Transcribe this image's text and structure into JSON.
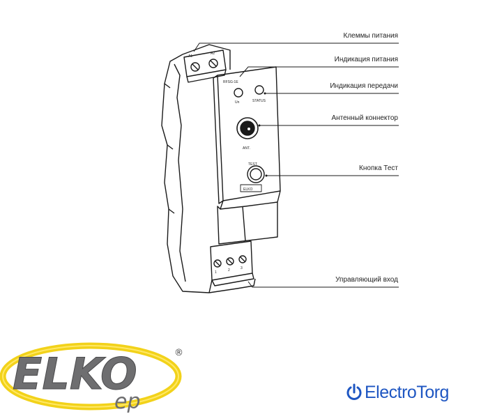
{
  "callouts": [
    "Клеммы питания",
    "Индикация питания",
    "Индикация передачи",
    "Антенный коннектор",
    "Кнопка Тест",
    "Управляющий вход"
  ],
  "device": {
    "terminal_top_left": "A1",
    "terminal_top_right": "A2",
    "model": "RFSG-1E",
    "led_power": "Un",
    "led_transmit": "STATUS",
    "antenna": "ANT.",
    "test_button": "TEST",
    "brand_plate": "ELKO",
    "bottom_terminals": [
      "1",
      "2",
      "3"
    ]
  },
  "logos": {
    "elko": "ELKO",
    "elko_sub": "ep",
    "elko_registered": "®",
    "electrotorg_part1": "Electro",
    "electrotorg_part2": "Torg"
  },
  "colors": {
    "elko_yellow": "#f2d21a",
    "elko_gray": "#6e6e70",
    "electrotorg_blue": "#1e56c2"
  }
}
